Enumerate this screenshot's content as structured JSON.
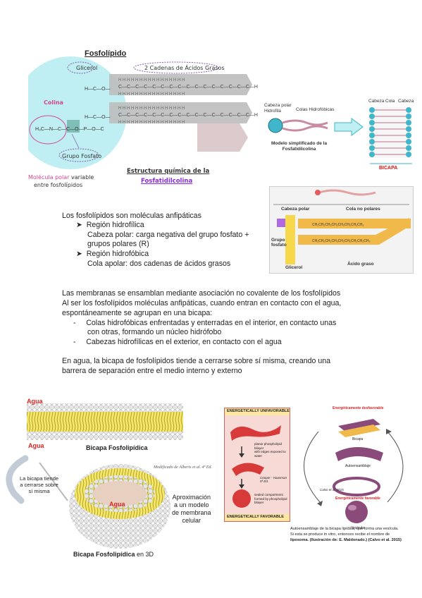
{
  "figure1": {
    "title": "Fosfolípido",
    "glicerol": "Glicerol",
    "cadenas": "2 Cadenas de Ácidos Grasos",
    "colina": "Colina",
    "grupo_fosfato": "Grupo Fosfato",
    "molecula_polar_a": "Molécula polar",
    "molecula_polar_b": " variable",
    "molecula_polar_c": "entre fosfolípidos",
    "estructura_1": "Estructura química de la",
    "estructura_2": "Fosfatidilcolina"
  },
  "figure2": {
    "cabeza_polar": "Cabeza polar",
    "hidrofila": "Hidrofila",
    "colas": "Colas Hidrofóbicas",
    "modelo1": "Modelo simplificado de la",
    "modelo2": "Fosfatidilcolina",
    "cabeza": "Cabeza",
    "cola": "Cola",
    "cabeza2": "Cabeza",
    "bicapa": "BICAPA"
  },
  "figure3": {
    "cabeza_polar": "Cabeza polar",
    "cola_no_polares": "Cola no polares",
    "grupo": "Grupo",
    "fosfato": "fosfato",
    "glicerol": "Glicerol",
    "acido_graso": "Ácido graso"
  },
  "text": {
    "p1_intro": "Los fosfolípidos son moléculas anfipáticas",
    "p1_b1": "Región hidrofílica",
    "p1_b1_l1": "Cabeza polar: carga negativa del grupo fosfato +",
    "p1_b1_l2": "grupos polares (R)",
    "p1_b2": "Región hidrofóbica",
    "p1_b2_l1": "Cola apolar: dos cadenas de ácidos grasos",
    "p2_l1": "Las membranas se ensamblan mediante asociación no covalente de los fosfolípidos",
    "p2_l2": "Al ser los fosfolípidos moléculas anfipáticas, cuando entran en contacto con el agua,",
    "p2_l3": "espontáneamente se agrupan en una bicapa:",
    "p2_d1_l1": "Colas hidrofóbicas enfrentadas y enterradas en el interior, en contacto unas",
    "p2_d1_l2": "con otras, formando un núcleo hidrófobo",
    "p2_d2": "Cabezas hidrofílicas en el exterior, en contacto con el agua",
    "p3_l1": "En agua, la bicapa de fosfolípidos tiende a cerrarse sobre sí misma, creando una",
    "p3_l2": "barrera de separación entre el medio interno y externo"
  },
  "figure4": {
    "agua_top": "Agua",
    "agua_bottom": "Agua",
    "bicapa": "Bicapa Fosfolipídica",
    "tiende_1": "La bicapa tiende",
    "tiende_2": "a cerrarse sobre",
    "tiende_3": "sí misma",
    "modificado": "Modificado de Alberts et al. 4ª Ed.",
    "agua_center": "Agua",
    "bicapa3d_a": "Bicapa Fosfolipídica",
    "bicapa3d_b": " en 3D",
    "aprox_1": "Aproximación",
    "aprox_2": "a un modelo",
    "aprox_3": "de membrana",
    "aprox_4": "celular"
  },
  "figure5": {
    "unfav": "ENERGETICALLY UNFAVORABLE",
    "planar_1": "planar phospholipid bilayer",
    "planar_2": "with edges exposed to water",
    "cooper": "Cooper - Hausman 5ª Ed.",
    "sealed_1": "sealed compartment",
    "sealed_2": "formed by phospholipid",
    "sealed_3": "bilayer",
    "fav": "ENERGETICALLY FAVORABLE"
  },
  "figure6": {
    "desfav": "Energéticamente desfavorable",
    "bicapa": "Bicapa",
    "autoens": "Autoensamblaje",
    "calvo": "Calvo et al. 2015",
    "fav": "Energéticamente favorable",
    "vesicula": "Vesícula",
    "cap_l1": "Autoensamblaje de la bicapa lipídica, que forma una vesícula.",
    "cap_l2": "Si esta se produce in vitro, entonces recibe el nombre de",
    "cap_l3": "liposoma. (Ilustración de: E. Maldonado.) (Calvo et al. 2015)"
  }
}
